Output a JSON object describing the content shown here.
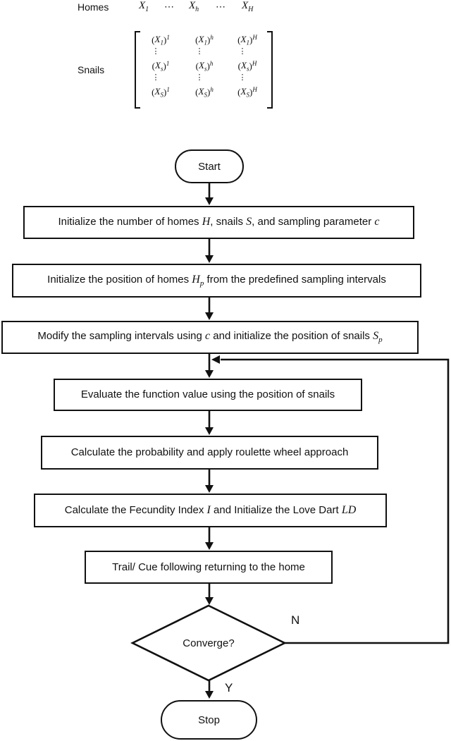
{
  "header": {
    "homes_label": "Homes",
    "snails_label": "Snails",
    "homes_items": {
      "x1": {
        "base": "X",
        "sub": "1"
      },
      "dots_a": "⋯",
      "xh": {
        "base": "X",
        "sub": "h"
      },
      "dots_b": "⋯",
      "xH": {
        "base": "X",
        "sub": "H"
      }
    },
    "matrix": {
      "open_paren": "(",
      "close_paren": ")",
      "var": "X",
      "row_subs": [
        "1",
        "s",
        "S"
      ],
      "col_sups": [
        "1",
        "h",
        "H"
      ],
      "vdots": "⋮"
    }
  },
  "flowchart": {
    "start_label": "Start",
    "stop_label": "Stop",
    "decision_label": "Converge?",
    "no_label": "N",
    "yes_label": "Y",
    "steps": {
      "init_params": {
        "t1": "Initialize the number of homes ",
        "v1": "H",
        "t2": ", snails ",
        "v2": "S",
        "t3": ", and sampling parameter ",
        "v3": "c"
      },
      "init_homes": {
        "t1": "Initialize the position of homes ",
        "v1": "H",
        "v1_sub": "p",
        "t2": " from the predefined sampling intervals"
      },
      "modify_intervals": {
        "t1": "Modify the sampling intervals using ",
        "v1": "c",
        "t2": " and initialize the position of snails ",
        "v2": "S",
        "v2_sub": "p"
      },
      "evaluate": {
        "t1": "Evaluate the function value using the position of snails"
      },
      "probability": {
        "t1": "Calculate the probability and apply roulette wheel approach"
      },
      "fecundity": {
        "t1": "Calculate the Fecundity Index ",
        "v1": "I",
        "t2": " and Initialize the Love Dart ",
        "v2": "LD"
      },
      "trail": {
        "t1": "Trail/ Cue following returning to the home"
      }
    }
  },
  "colors": {
    "line": "#111111",
    "background": "#ffffff"
  }
}
